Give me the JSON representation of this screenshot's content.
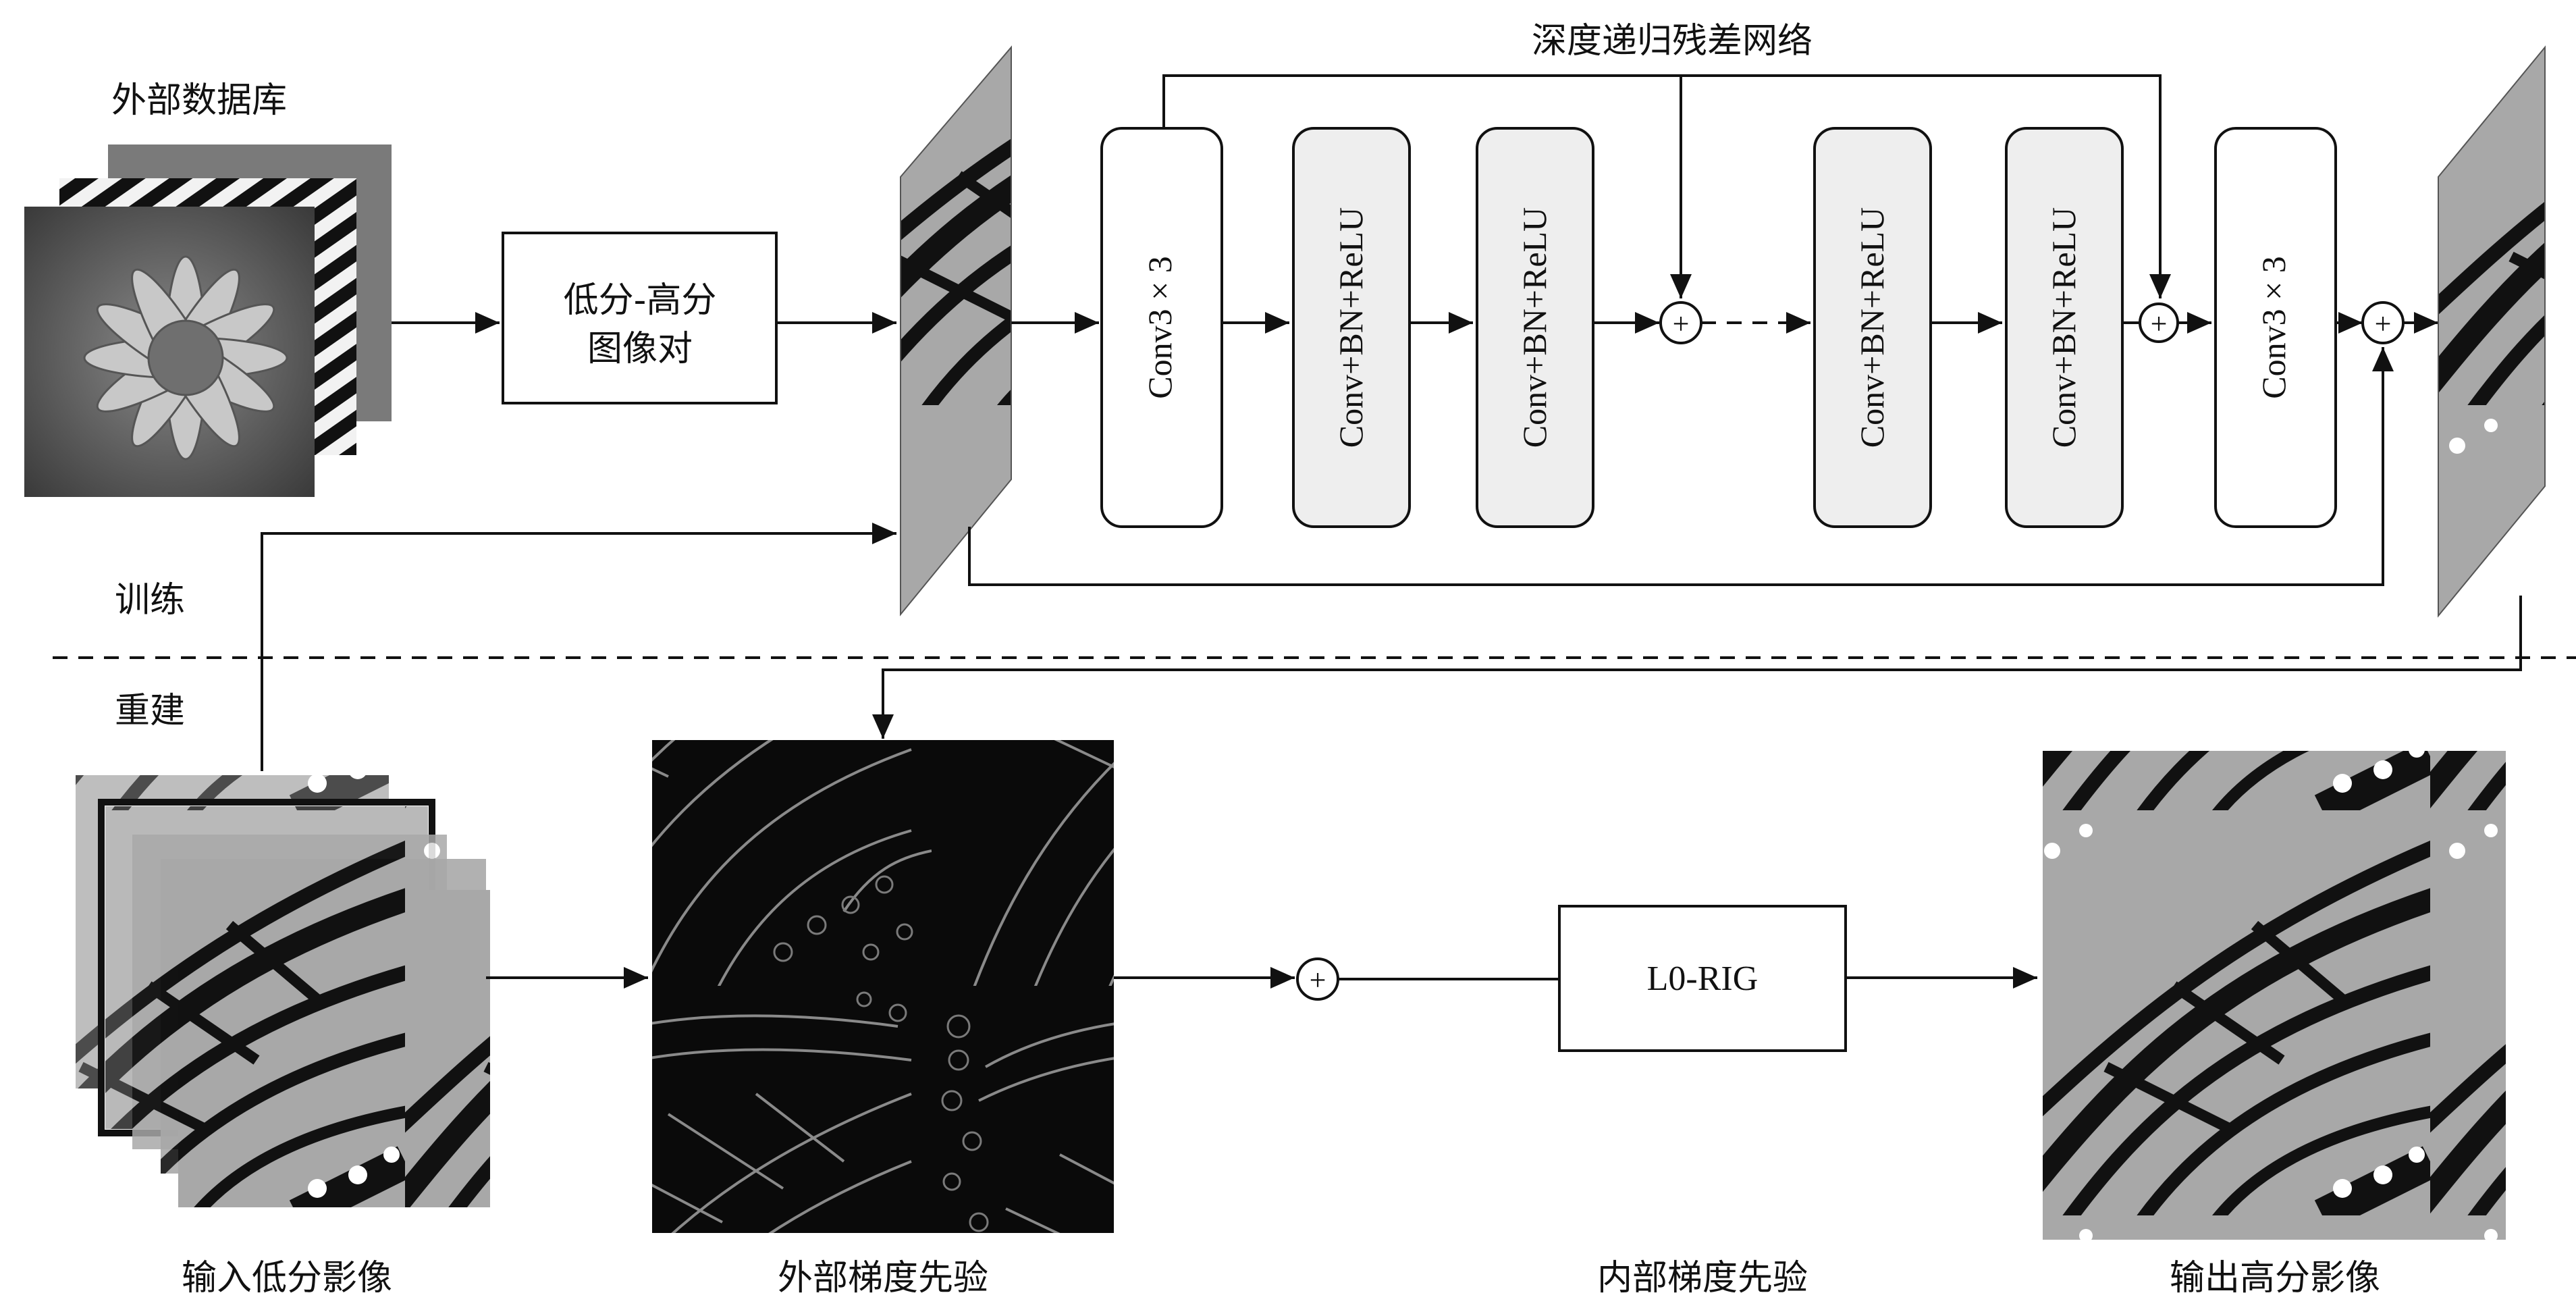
{
  "labels": {
    "external_db": "外部数据库",
    "training": "训练",
    "reconstruction": "重建",
    "network_title": "深度递归残差网络",
    "input_lr": "输入低分影像",
    "external_gradient": "外部梯度先验",
    "internal_gradient": "内部梯度先验",
    "output_hr": "输出高分影像"
  },
  "boxes": {
    "lr_hr_pair_line1": "低分-高分",
    "lr_hr_pair_line2": "图像对",
    "conv_first": "Conv3 × 3",
    "conv_bn_relu_1": "Conv+BN+ReLU",
    "conv_bn_relu_2": "Conv+BN+ReLU",
    "conv_bn_relu_3": "Conv+BN+ReLU",
    "conv_bn_relu_4": "Conv+BN+ReLU",
    "conv_last": "Conv3 × 3",
    "l0_rig": "L0-RIG"
  },
  "symbols": {
    "plus": "+"
  },
  "icons": {
    "flower": "grayscale-flower-photo-icon",
    "zebra": "zebra-stripes-photo-icon",
    "butterfly": "butterfly-wing-photo-icon",
    "gradient_map": "gradient-edge-map-icon"
  },
  "colors": {
    "line": "#111111",
    "block_fill": "#eeeeee",
    "box_fill": "#ffffff",
    "gradient_bg": "#0a0a0a",
    "gradient_edge": "#8a8a8a"
  }
}
